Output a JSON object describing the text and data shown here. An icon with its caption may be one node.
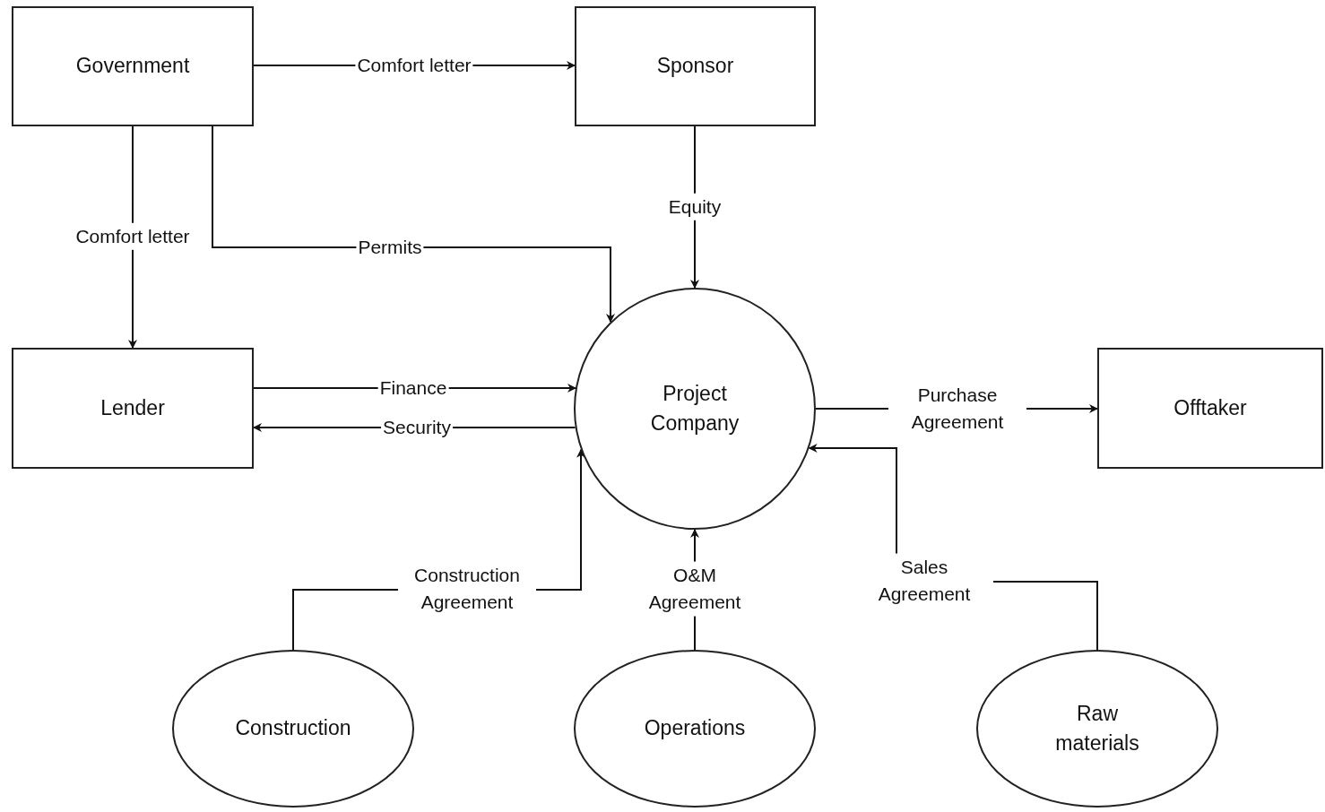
{
  "diagram": {
    "nodes": [
      {
        "text": [
          "Government"
        ]
      },
      {
        "text": [
          "Sponsor"
        ]
      },
      {
        "text": [
          "Lender"
        ]
      },
      {
        "text": [
          "Project Company"
        ]
      },
      {
        "text": [
          "Offtaker"
        ]
      },
      {
        "text": [
          "Construction"
        ]
      },
      {
        "text": [
          "Operations"
        ]
      },
      {
        "text": [
          "Raw materials"
        ]
      }
    ],
    "edges": [
      {
        "from": 0,
        "to": 1,
        "arrow": "to",
        "label": "Comfort letter"
      },
      {
        "from": 0,
        "to": 2,
        "arrow": "to",
        "label": "Comfort letter"
      },
      {
        "from": 0,
        "to": 3,
        "arrow": "to",
        "label": "Permits"
      },
      {
        "from": 1,
        "to": 3,
        "arrow": "to",
        "label": "Equity"
      },
      {
        "from": 2,
        "to": 3,
        "arrow": "to",
        "label": "Finance"
      },
      {
        "from": 3,
        "to": 2,
        "arrow": "to",
        "label": "Security"
      },
      {
        "from": 3,
        "to": 4,
        "arrow": "to",
        "label": "Purchase Agreement"
      },
      {
        "from": 5,
        "to": 3,
        "arrow": "to",
        "label": "Construction Agreement"
      },
      {
        "from": 6,
        "to": 3,
        "arrow": "to",
        "label": "O&M Agreement"
      },
      {
        "from": 7,
        "to": 3,
        "arrow": "to",
        "label": "Sales Agreement"
      }
    ]
  }
}
